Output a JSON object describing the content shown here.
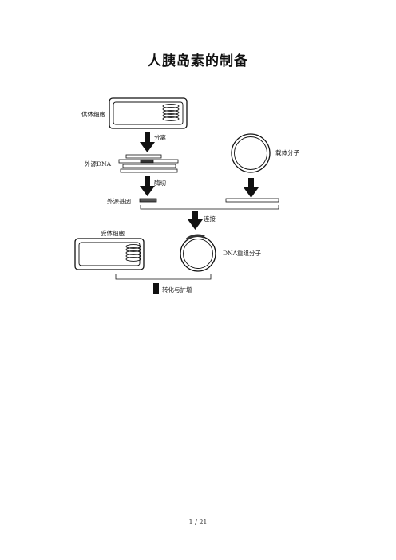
{
  "document": {
    "title": "人胰岛素的制备"
  },
  "diagram": {
    "labels": {
      "donor_cell": "供体细胞",
      "separate": "分离",
      "foreign_dna": "外源DNA",
      "vector_molecule": "载体分子",
      "cut": "酶切",
      "foreign_gene": "外源基因",
      "ligate": "连接",
      "recipient_cell": "受体细胞",
      "recombinant_dna": "DNA重组分子",
      "transform_amplify": "转化与扩增"
    }
  },
  "footer": {
    "page_indicator": "1 / 21"
  }
}
